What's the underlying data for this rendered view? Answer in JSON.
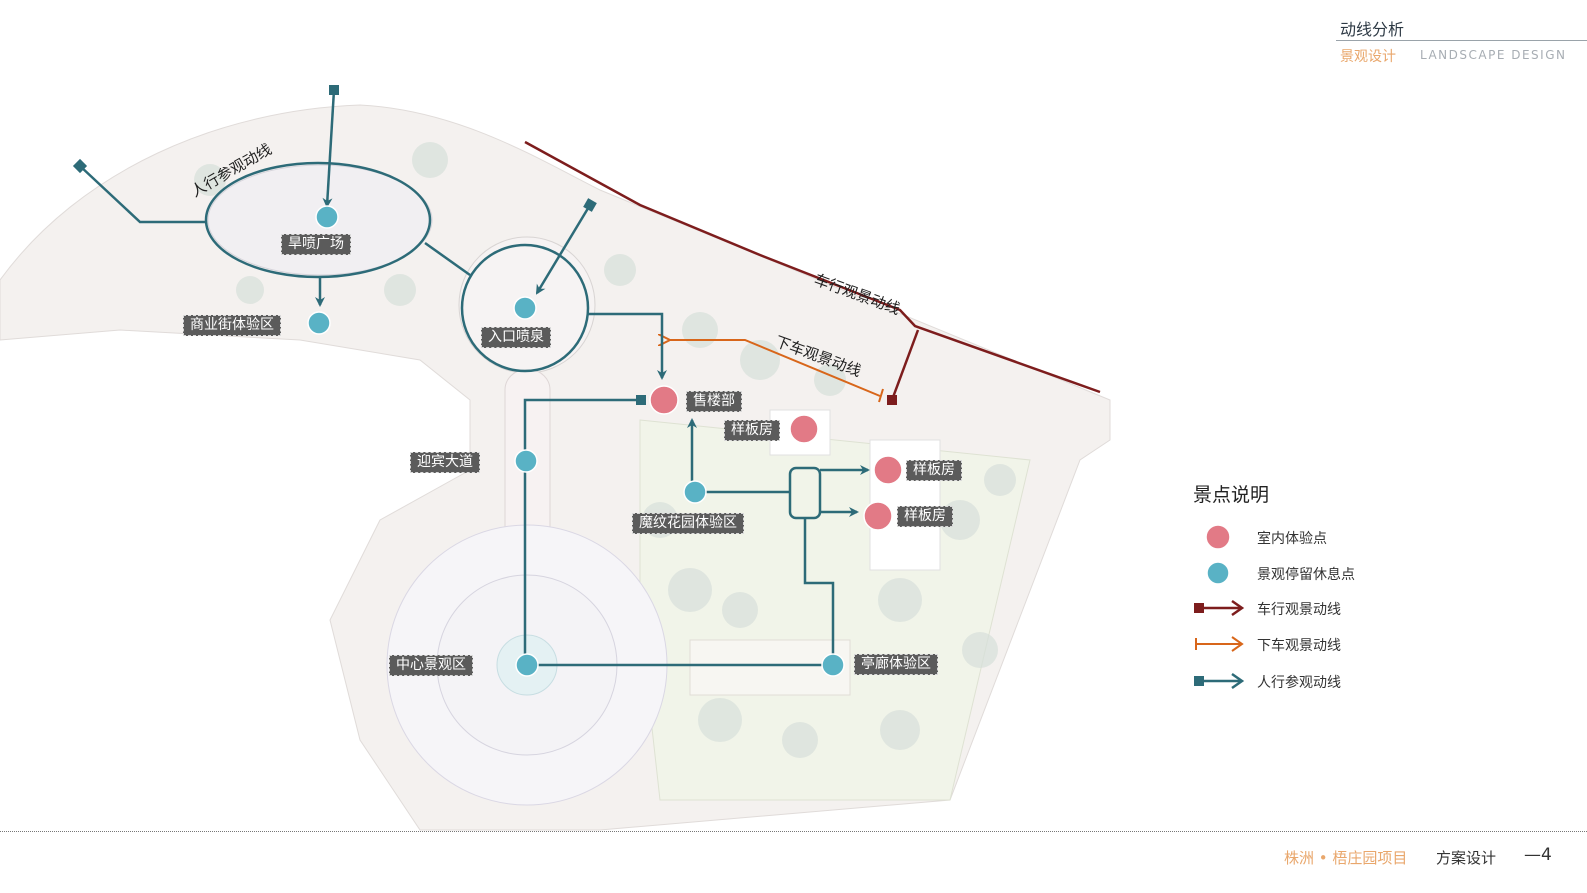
{
  "header": {
    "title": "动线分析",
    "subtitle": "景观设计",
    "subtitle_en": "LANDSCAPE DESIGN"
  },
  "footer": {
    "project": "株洲 • 梧庄园项目",
    "section": "方案设计",
    "page": "—4"
  },
  "colors": {
    "indoor_point": "#e27a86",
    "rest_point": "#59b2c5",
    "vehicle_route": "#7d1d1d",
    "dropoff_route": "#d8661a",
    "pedestrian_route": "#2d6b78"
  },
  "route_labels": {
    "pedestrian": "人行参观动线",
    "vehicle": "车行观景动线",
    "dropoff": "下车观景动线"
  },
  "spots": {
    "fountain_plaza": "旱喷广场",
    "commercial_street": "商业街体验区",
    "entrance_fountain": "入口喷泉",
    "sales_office": "售楼部",
    "model_house_1": "样板房",
    "model_house_2": "样板房",
    "model_house_3": "样板房",
    "welcome_avenue": "迎宾大道",
    "magic_garden": "魔纹花园体验区",
    "central_landscape": "中心景观区",
    "pavilion": "亭廊体验区"
  },
  "legend": {
    "title": "景点说明",
    "items": [
      {
        "label": "室内体验点",
        "icon": "pink-circle-icon"
      },
      {
        "label": "景观停留休息点",
        "icon": "teal-circle-icon"
      },
      {
        "label": "车行观景动线",
        "icon": "dark-red-arrow-icon"
      },
      {
        "label": "下车观景动线",
        "icon": "orange-arrow-icon"
      },
      {
        "label": "人行参观动线",
        "icon": "teal-arrow-icon"
      }
    ]
  }
}
